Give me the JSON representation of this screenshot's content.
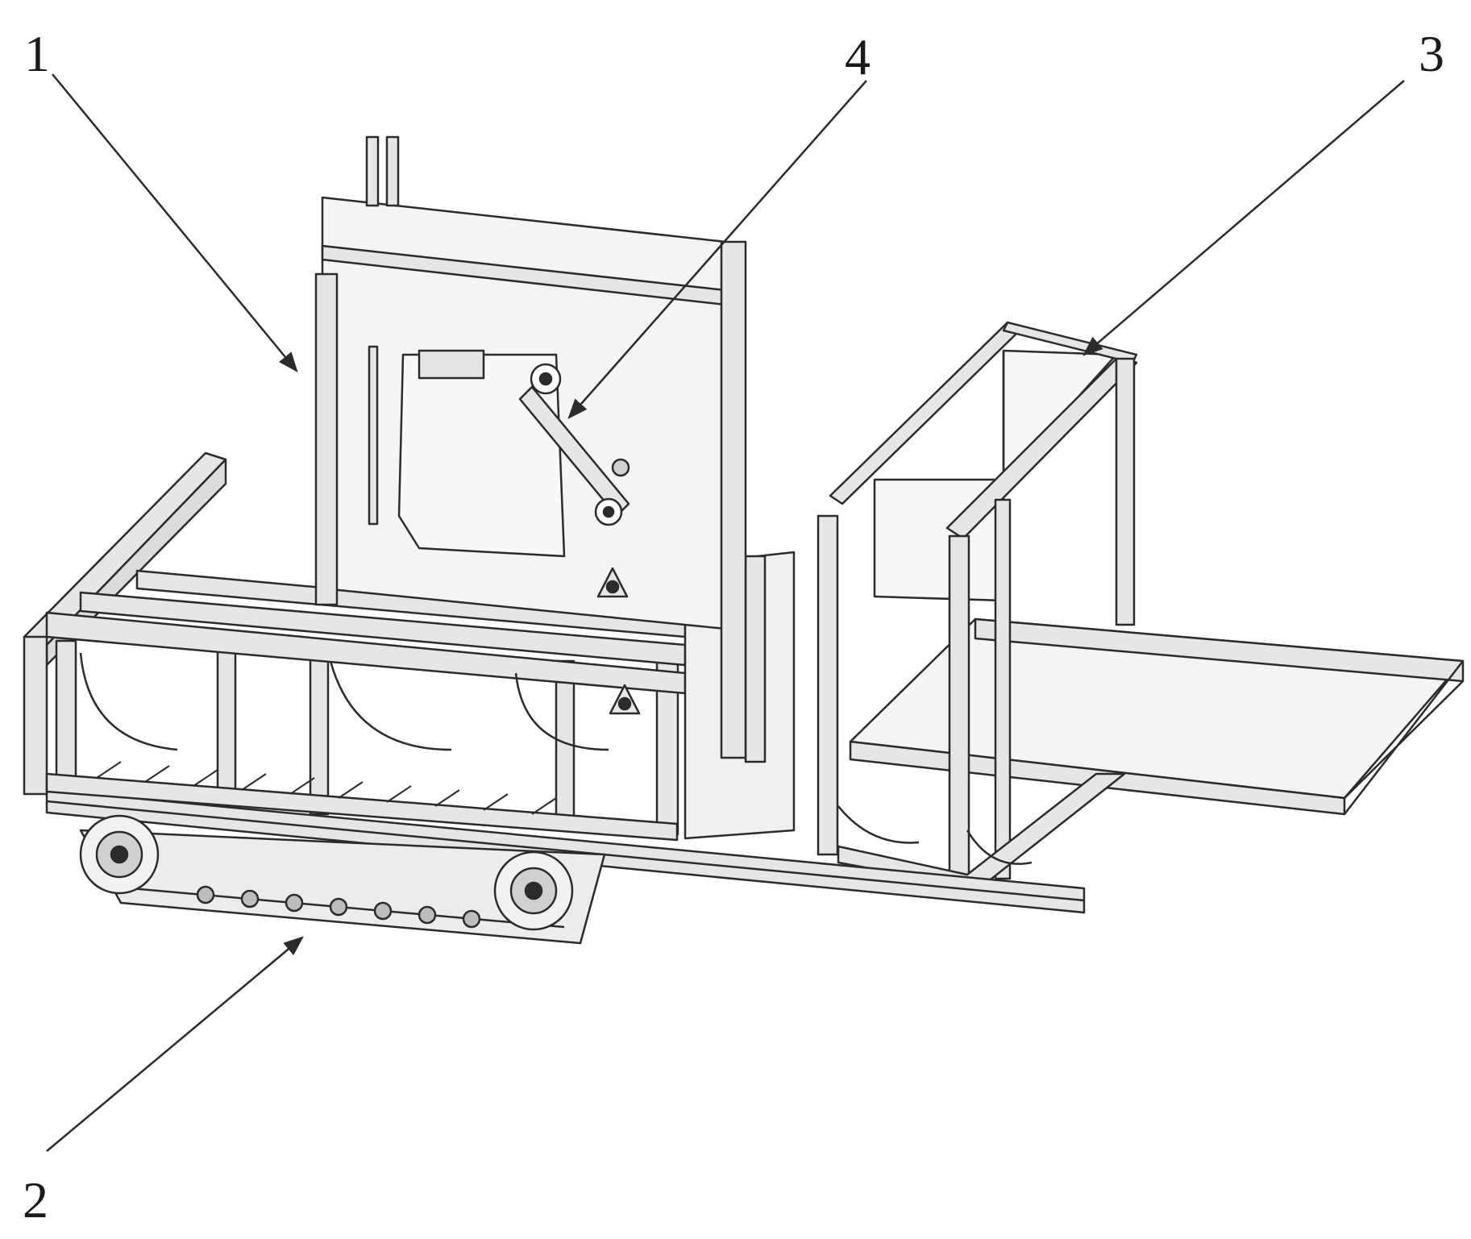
{
  "callouts": {
    "frame": "1",
    "track": "2",
    "conveyor": "3",
    "arm": "4"
  },
  "colors": {
    "line": "#2b2b2b",
    "profile_fill": "#e6e6e6",
    "panel_fill": "#f4f4f4",
    "paper": "#ffffff"
  }
}
